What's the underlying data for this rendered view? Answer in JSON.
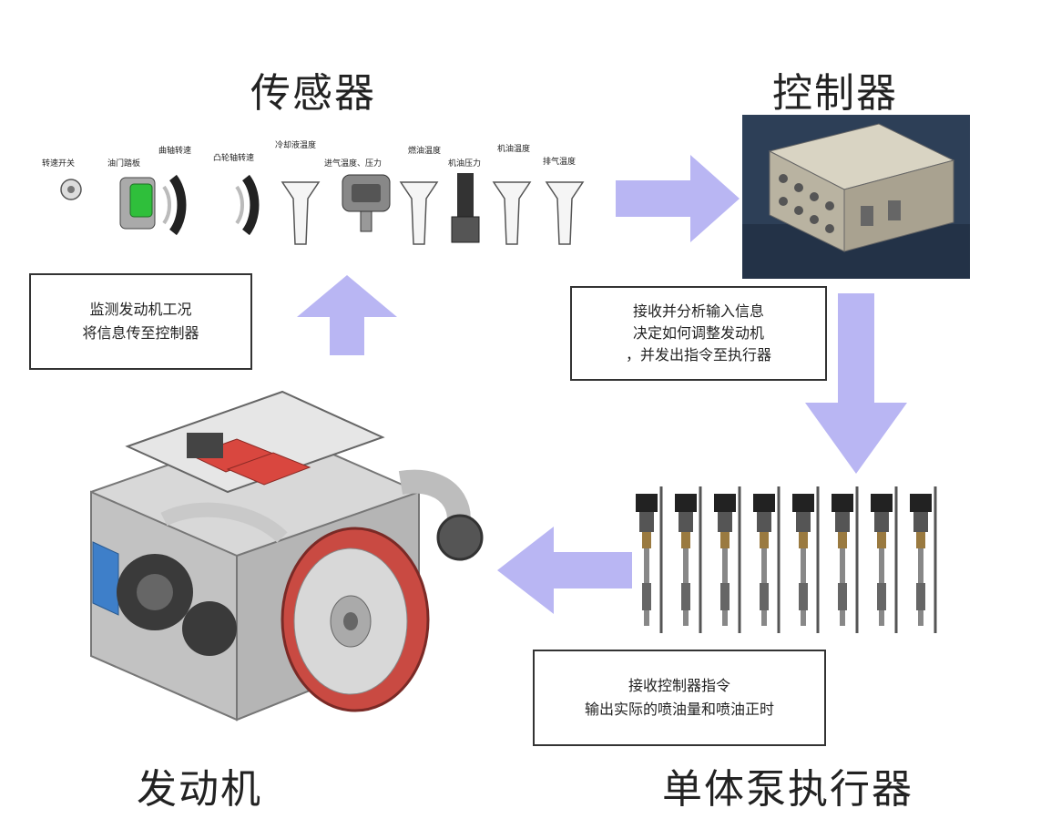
{
  "titles": {
    "sensor": "传感器",
    "controller": "控制器",
    "engine": "发动机",
    "actuator": "单体泵执行器"
  },
  "notes": {
    "sensor": [
      "监测发动机工况",
      "将信息传至控制器"
    ],
    "controller": [
      "接收并分析输入信息",
      "决定如何调整发动机",
      "，并发出指令至执行器"
    ],
    "actuator": [
      "接收控制器指令",
      "输出实际的喷油量和喷油正时"
    ]
  },
  "sensor_labels": [
    "转速开关",
    "油门踏板",
    "曲轴转速",
    "凸轮轴转速",
    "冷却液温度",
    "进气温度、压力",
    "燃油温度",
    "机油压力",
    "机油温度",
    "排气温度"
  ],
  "colors": {
    "arrow_fill": "#b9b6f3",
    "engine_red": "#d9473f",
    "engine_blue": "#3e7fc9",
    "controller_bg": "#2d3f57"
  }
}
